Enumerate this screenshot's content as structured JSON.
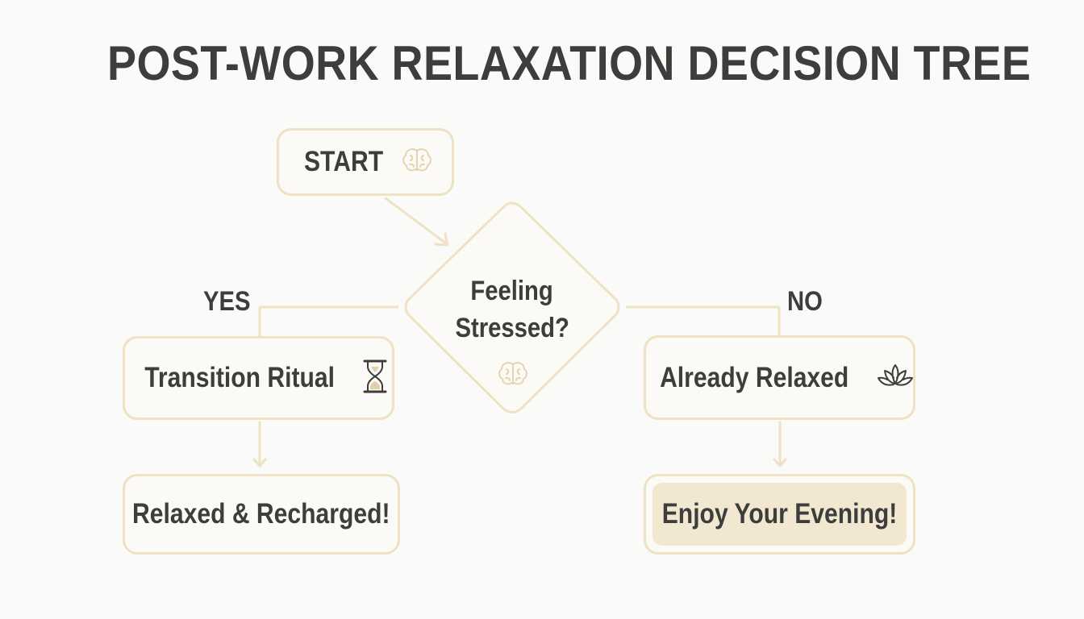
{
  "title": "POST-WORK RELAXATION DECISION TREE",
  "nodes": {
    "start": {
      "label": "START",
      "icon": "brain-icon"
    },
    "decision": {
      "line1": "Feeling",
      "line2": "Stressed?",
      "icon": "brain-icon"
    },
    "transition": {
      "label": "Transition Ritual",
      "icon": "hourglass-icon"
    },
    "relaxed": {
      "label": "Relaxed & Recharged!"
    },
    "already": {
      "label": "Already Relaxed",
      "icon": "lotus-icon"
    },
    "enjoy": {
      "label": "Enjoy Your Evening!"
    }
  },
  "branches": {
    "yes": "YES",
    "no": "NO"
  },
  "colors": {
    "border": "#efe2c4",
    "highlight_fill": "#f2e8d2",
    "text": "#3d3d3b",
    "background": "#fafaf8"
  }
}
